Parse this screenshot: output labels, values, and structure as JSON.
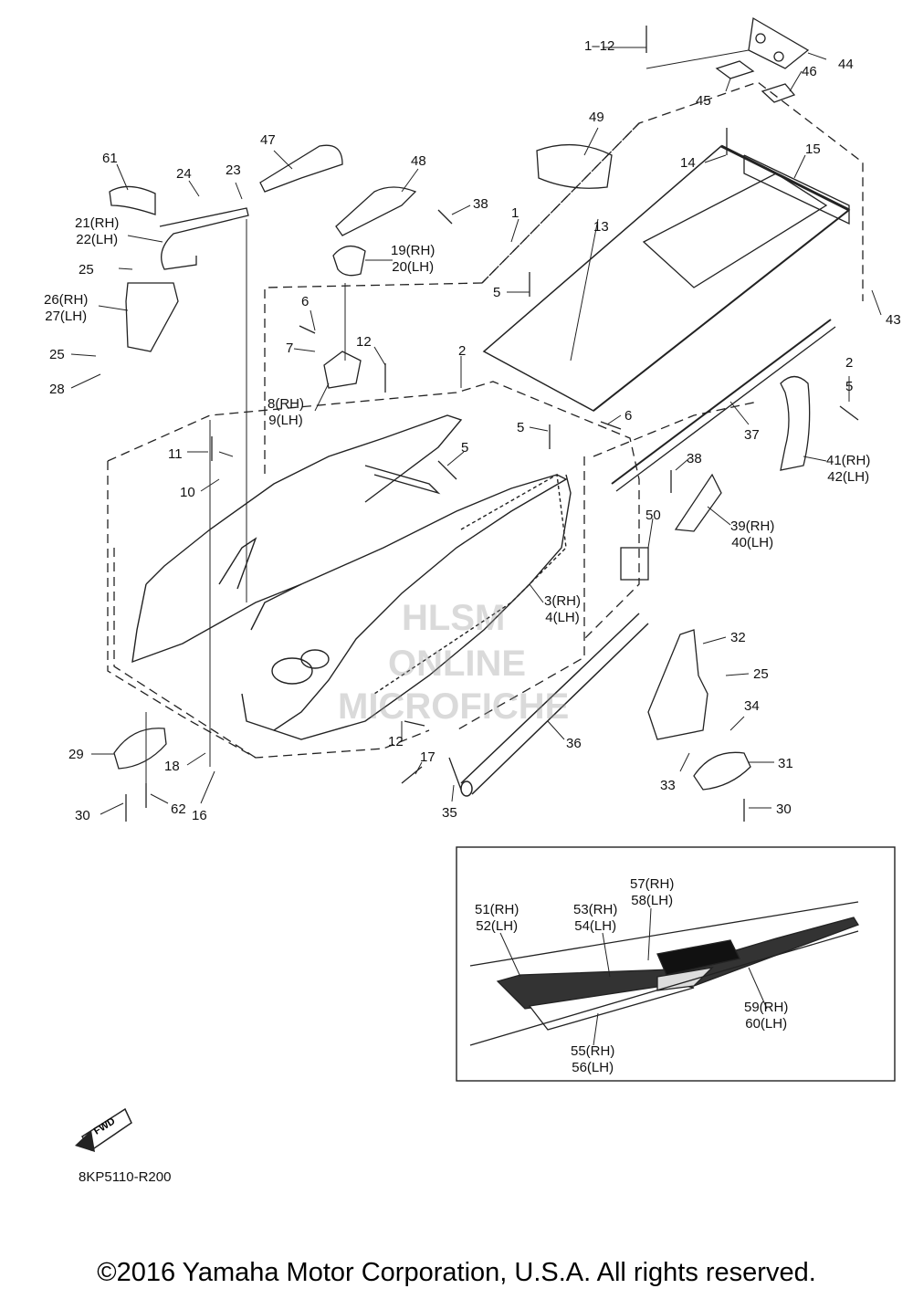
{
  "diagram": {
    "part_labels": [
      {
        "id": "l1",
        "text": "1–12"
      },
      {
        "id": "l44",
        "text": "44"
      },
      {
        "id": "l46",
        "text": "46"
      },
      {
        "id": "l45",
        "text": "45"
      },
      {
        "id": "l49",
        "text": "49"
      },
      {
        "id": "l47",
        "text": "47"
      },
      {
        "id": "l48",
        "text": "48"
      },
      {
        "id": "l61",
        "text": "61"
      },
      {
        "id": "l24",
        "text": "24"
      },
      {
        "id": "l23",
        "text": "23"
      },
      {
        "id": "l14",
        "text": "14"
      },
      {
        "id": "l15",
        "text": "15"
      },
      {
        "id": "l38a",
        "text": "38"
      },
      {
        "id": "l1b",
        "text": "1"
      },
      {
        "id": "l13",
        "text": "13"
      },
      {
        "id": "l21",
        "text": "21(RH)\n22(LH)"
      },
      {
        "id": "l19",
        "text": "19(RH)\n20(LH)"
      },
      {
        "id": "l25a",
        "text": "25"
      },
      {
        "id": "l5a",
        "text": "5"
      },
      {
        "id": "l43",
        "text": "43"
      },
      {
        "id": "l26",
        "text": "26(RH)\n27(LH)"
      },
      {
        "id": "l6a",
        "text": "6"
      },
      {
        "id": "l7",
        "text": "7"
      },
      {
        "id": "l12a",
        "text": "12"
      },
      {
        "id": "l2a",
        "text": "2"
      },
      {
        "id": "l25b",
        "text": "25"
      },
      {
        "id": "l28",
        "text": "28"
      },
      {
        "id": "l2b",
        "text": "2"
      },
      {
        "id": "l5b",
        "text": "5"
      },
      {
        "id": "l8",
        "text": "8(RH)\n9(LH)"
      },
      {
        "id": "l6b",
        "text": "6"
      },
      {
        "id": "l5c",
        "text": "5"
      },
      {
        "id": "l37",
        "text": "37"
      },
      {
        "id": "l11",
        "text": "11"
      },
      {
        "id": "l5d",
        "text": "5"
      },
      {
        "id": "l41",
        "text": "41(RH)\n42(LH)"
      },
      {
        "id": "l10",
        "text": "10"
      },
      {
        "id": "l38b",
        "text": "38"
      },
      {
        "id": "l50",
        "text": "50"
      },
      {
        "id": "l39",
        "text": "39(RH)\n40(LH)"
      },
      {
        "id": "l3",
        "text": "3(RH)\n4(LH)"
      },
      {
        "id": "l32",
        "text": "32"
      },
      {
        "id": "l25c",
        "text": "25"
      },
      {
        "id": "l34",
        "text": "34"
      },
      {
        "id": "l12b",
        "text": "12"
      },
      {
        "id": "l36",
        "text": "36"
      },
      {
        "id": "l29",
        "text": "29"
      },
      {
        "id": "l18",
        "text": "18"
      },
      {
        "id": "l17",
        "text": "17"
      },
      {
        "id": "l31",
        "text": "31"
      },
      {
        "id": "l33",
        "text": "33"
      },
      {
        "id": "l30a",
        "text": "30"
      },
      {
        "id": "l62",
        "text": "62"
      },
      {
        "id": "l16",
        "text": "16"
      },
      {
        "id": "l35",
        "text": "35"
      },
      {
        "id": "l30b",
        "text": "30"
      },
      {
        "id": "l57",
        "text": "57(RH)\n58(LH)"
      },
      {
        "id": "l51",
        "text": "51(RH)\n52(LH)"
      },
      {
        "id": "l53",
        "text": "53(RH)\n54(LH)"
      },
      {
        "id": "l59",
        "text": "59(RH)\n60(LH)"
      },
      {
        "id": "l55",
        "text": "55(RH)\n56(LH)"
      }
    ],
    "fwd_label": "FWD",
    "diagram_code": "8KP5110-R200",
    "watermark": [
      "HLSM",
      "ONLINE",
      "MICROFICHE"
    ]
  },
  "footer": {
    "copyright": "©2016 Yamaha Motor Corporation, U.S.A. All rights reserved."
  }
}
